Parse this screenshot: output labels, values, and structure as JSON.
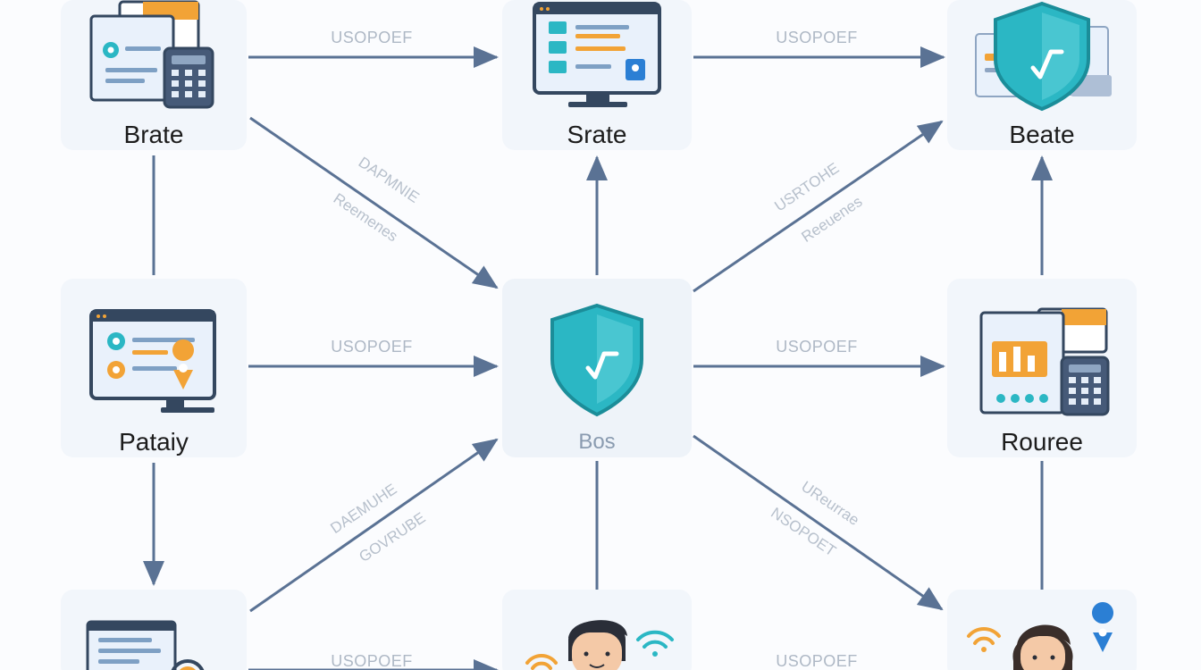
{
  "nodes": {
    "brate": "Brate",
    "srate": "Srate",
    "beate": "Beate",
    "pataiy": "Pataiy",
    "bos": "Bos",
    "rouree": "Rouree"
  },
  "edges": {
    "top_left": "USOPOEF",
    "top_right": "USOPOEF",
    "mid_left": "USOPOEF",
    "mid_right": "USOPOEF",
    "bottom_left": "USOPOEF",
    "bottom_right": "USOPOEF",
    "diag_tl_1": "DAPMNIE",
    "diag_tl_2": "Reemenes",
    "diag_tr_1": "USRTOHE",
    "diag_tr_2": "Reeuenes",
    "diag_bl_1": "DAEMUHE",
    "diag_bl_2": "GOVRUBE",
    "diag_br_1": "UReurrae",
    "diag_br_2": "NSOPOET"
  },
  "colors": {
    "arrow": "#5a7294",
    "accent_teal": "#2bb7c4",
    "accent_orange": "#f2a336",
    "dark_navy": "#34475f"
  }
}
